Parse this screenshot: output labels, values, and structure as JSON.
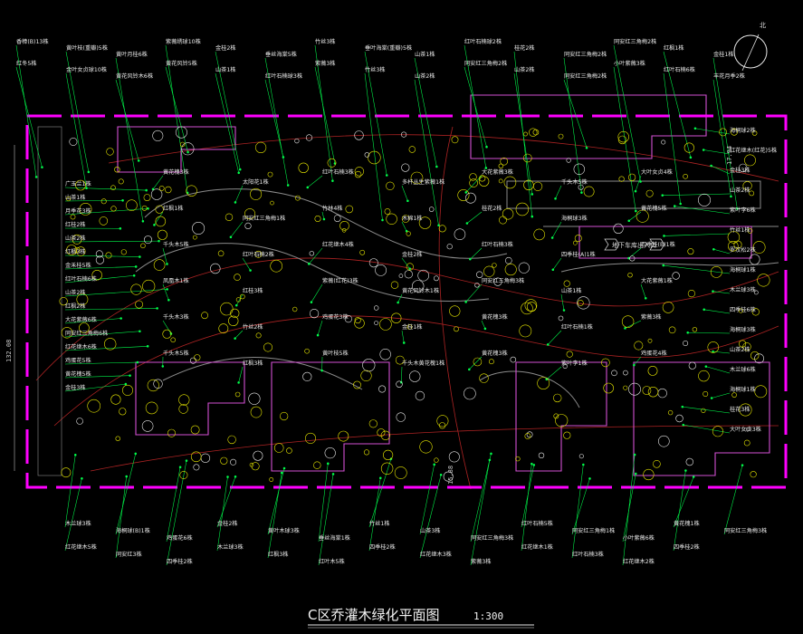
{
  "title": "C区乔灌木绿化平面图",
  "scale": "1:300",
  "north_label": "北",
  "entrance_label": "地下车库出入口",
  "dimension_labels": [
    "132.08",
    "17.94",
    "15.88"
  ],
  "colors": {
    "background": "#000000",
    "boundary": "#ff00ff",
    "leader": "#00ff4c",
    "tree": "#e6e600",
    "building": "#ff66ff",
    "terrain": "#ff3333",
    "text": "#e8e8e8",
    "road": "#8a8a8a"
  },
  "labels_top": [
    "香樟(B)13株",
    "黄叶枝(重瓣)5株",
    "黄叶月桂6株",
    "紫薇绣球10株",
    "金桂2株",
    "垂丝海棠5株",
    "竹丝3株",
    "垂叶海棠(重瓣)5株",
    "山茶1株",
    "红叶石楠球2株",
    "桂花2株",
    "同安红三角梅2株",
    "同安红三角梅2株",
    "红枫1株",
    "金桂1株",
    "红冬5株",
    "金叶女贞球10株",
    "黄花风铃木6株",
    "黄花风铃5株",
    "山茶1株",
    "红叶石楠球3株",
    "紫薇3株",
    "竹丝3株",
    "山茶2株",
    "同安红三角梅2株",
    "山茶2株",
    "同安红三角梅2株",
    "小叶紫薇3株",
    "红叶石楠6株",
    "丰花月季2株"
  ],
  "labels_left": [
    "广玉兰1株",
    "山茶1株",
    "月季花3株",
    "红桂2株",
    "山茶2株",
    "红枫3株",
    "金禾桂5株",
    "红叶石楠6株",
    "山茶2株",
    "红枫2株",
    "大花紫薇6株",
    "同安红三角梅6株",
    "红花继木6株",
    "鸡蛋花5株",
    "黄花槐5株",
    "金桂3株"
  ],
  "labels_right": [
    "海桐球2株",
    "红花继木(红花)5株",
    "金桂3株",
    "山茶2株",
    "紫叶李6株",
    "竹丝1株",
    "罗汉松2株",
    "海桐球1株",
    "木兰球3株",
    "四季桂6株",
    "海桐球3株",
    "山茶2株",
    "木兰球6株",
    "海桐球1株",
    "桂花3株",
    "大叶女贞3株"
  ],
  "labels_center": [
    "黄花槐3株",
    "太阳花1株",
    "红叶石楠3株",
    "多杆丛生紫薇1株",
    "大花紫薇3株",
    "千头木5株",
    "大叶女贞4株",
    "红枫1株",
    "同安红三角梅1株",
    "竹林4株",
    "木棉1株",
    "桂花2株",
    "海桐球3株",
    "黄花槐5株",
    "千头木5株",
    "红叶石楠2株",
    "红花继木4株",
    "金桂2株",
    "红叶石楠3株",
    "四季桂(A)1株",
    "四季桂(B)1株",
    "凤凰木1株",
    "红桂3株",
    "紫薇(红花)3株",
    "黄花风铃木1株",
    "同安红三角梅3株",
    "山茶1株",
    "大花紫薇1株",
    "千头木3株",
    "竹丝2株",
    "鸡蛋花3株",
    "金桂1株",
    "黄花槐3株",
    "红叶石楠1株",
    "紫薇3株",
    "千头木5株",
    "红枫3株",
    "黄叶枝5株",
    "千头木黄花槐1株",
    "黄花槐3株",
    "紫叶李1株",
    "鸡蛋花4株"
  ],
  "labels_bottom": [
    "木兰球3株",
    "海桐球(B)1株",
    "鸡蛋花6株",
    "金桂2株",
    "黄叶木球3株",
    "垂丝海棠1株",
    "竹丝1株",
    "山茶3株",
    "同安红三角梅3株",
    "红叶石楠5株",
    "同安红三角梅1株",
    "小叶紫薇6株",
    "黄花槐1株",
    "同安红三角梅3株",
    "红花继木5株",
    "同安红3株",
    "四季桂2株",
    "木兰球3株",
    "红枫3株",
    "红叶木5株",
    "四季桂2株",
    "红花继木3株",
    "紫薇3株",
    "红花继木1株",
    "红叶石楠3株",
    "红花继木2株",
    "四季桂2株"
  ]
}
